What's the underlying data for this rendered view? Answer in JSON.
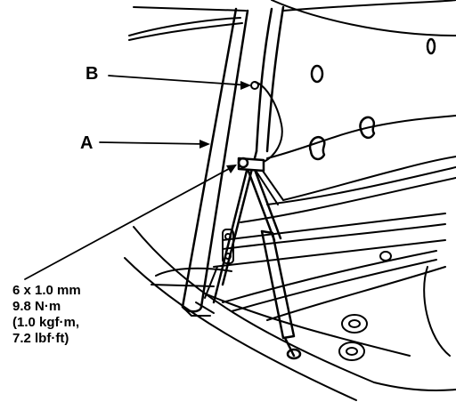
{
  "callouts": {
    "a": "A",
    "b": "B"
  },
  "torque_spec": {
    "size": "6 x 1.0 mm",
    "torque_nm": "9.8 N·m",
    "torque_kgfm": "(1.0 kgf·m,",
    "torque_lbfft": "7.2 lbf·ft)"
  },
  "colors": {
    "ink": "#000000",
    "paper": "#ffffff"
  }
}
